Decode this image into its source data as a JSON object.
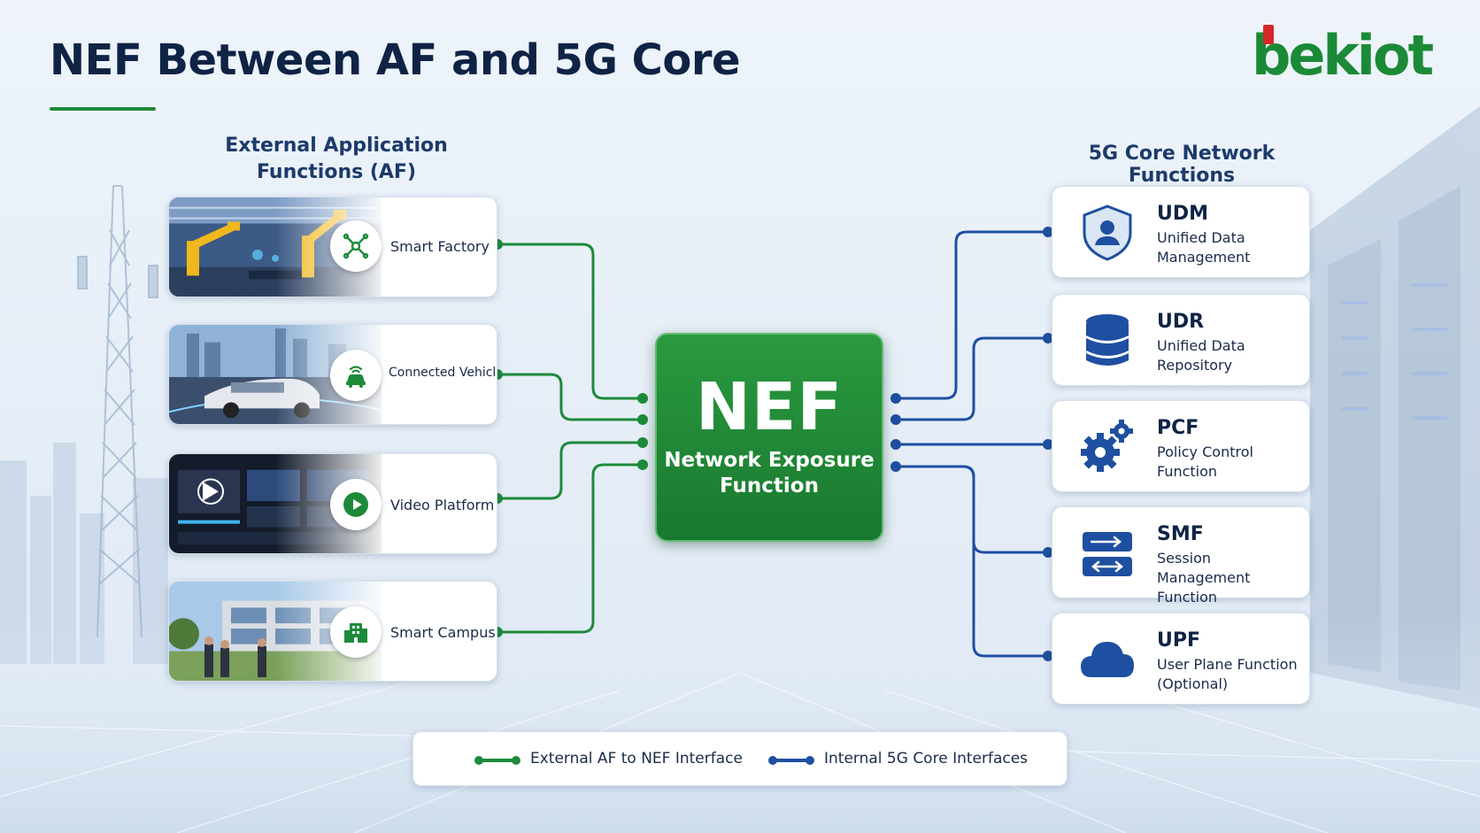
{
  "title": "NEF Between AF and 5G Core",
  "logo": {
    "text": "bekiot"
  },
  "colors": {
    "green": "#1d8a3a",
    "blue": "#1f4fa0",
    "navy": "#0f2345"
  },
  "af_section": {
    "heading": "External Application Functions (AF)",
    "items": [
      {
        "label": "Smart Factory",
        "icon": "robot-arm-icon"
      },
      {
        "label": "Connected Vehicle",
        "icon": "car-signal-icon"
      },
      {
        "label": "Video Platform",
        "icon": "play-icon"
      },
      {
        "label": "Smart Campus",
        "icon": "building-icon"
      }
    ]
  },
  "nef": {
    "title": "NEF",
    "subtitle": "Network Exposure Function"
  },
  "core_section": {
    "heading": "5G Core Network Functions",
    "items": [
      {
        "abbr": "UDM",
        "desc": "Unified Data Management",
        "icon": "shield-user-icon"
      },
      {
        "abbr": "UDR",
        "desc": "Unified Data Repository",
        "icon": "database-icon"
      },
      {
        "abbr": "PCF",
        "desc": "Policy Control Function",
        "icon": "gears-icon"
      },
      {
        "abbr": "SMF",
        "desc": "Session Management Function",
        "icon": "session-arrows-icon"
      },
      {
        "abbr": "UPF",
        "desc": "User Plane Function (Optional)",
        "icon": "cloud-icon"
      }
    ]
  },
  "legend": {
    "external": "External AF to NEF Interface",
    "internal": "Internal 5G Core Interfaces"
  }
}
